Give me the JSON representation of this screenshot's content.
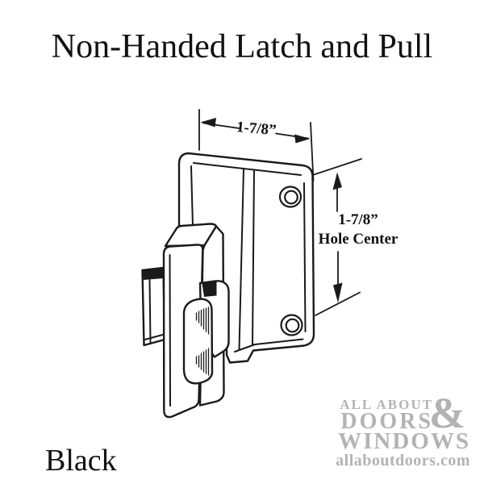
{
  "title": "Non-Handed Latch and Pull",
  "color_label": "Black",
  "dimensions": {
    "width_label": "1-7/8”",
    "hole_center_value": "1-7/8”",
    "hole_center_label": "Hole Center"
  },
  "watermark": {
    "line1": "ALL ABOUT",
    "line2": "DOORS",
    "ampersand": "&",
    "line3": "WINDOWS",
    "website": "allaboutdoors.com"
  },
  "colors": {
    "line_art": "#1a1a1a",
    "watermark_gray": "#b3b3b3",
    "background": "#ffffff"
  }
}
